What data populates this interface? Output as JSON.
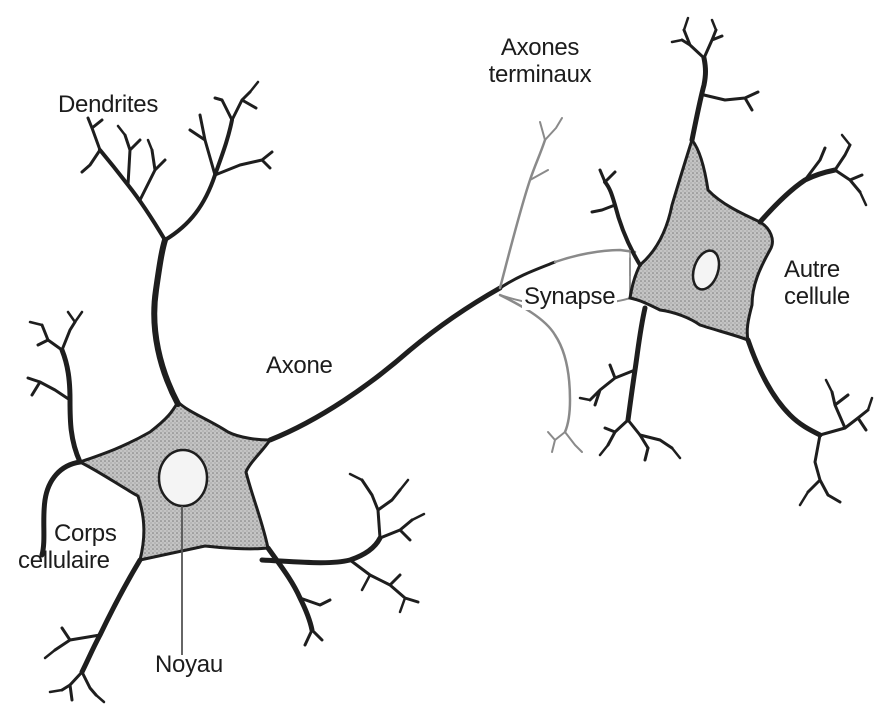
{
  "labels": {
    "dendrites": "Dendrites",
    "axon_terminals_1": "Axones",
    "axon_terminals_2": "terminaux",
    "axon": "Axone",
    "synapse": "Synapse",
    "other_cell_1": "Autre",
    "other_cell_2": "cellule",
    "cell_body_1": "Corps",
    "cell_body_2": "cellulaire",
    "nucleus": "Noyau"
  },
  "colors": {
    "ink": "#1e1e1e",
    "soma_fill": "#b9b9b9",
    "faint_line": "#8a8a8a",
    "nucleus_fill": "#f4f4f4"
  }
}
